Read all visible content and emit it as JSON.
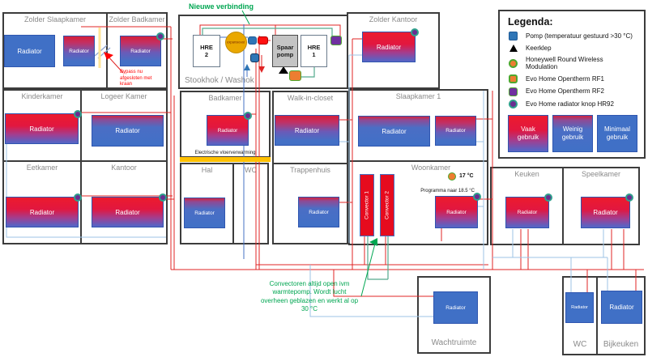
{
  "rooms": {
    "zolder_slaapkamer": "Zolder Slaapkamer",
    "zolder_badkamer": "Zolder Badkamer",
    "stookhok": "Stookhok / Washok",
    "zolder_kantoor": "Zolder Kantoor",
    "kinderkamer": "Kinderkamer",
    "logeer_kamer": "Logeer Kamer",
    "badkamer": "Badkamer",
    "walk_in_closet": "Walk-in-closet",
    "slaapkamer_1": "Slaapkamer 1",
    "eetkamer": "Eetkamer",
    "kantoor": "Kantoor",
    "hal": "Hal",
    "wc": "WC",
    "trappenhuis": "Trappenhuis",
    "woonkamer": "Woonkamer",
    "keuken": "Keuken",
    "speelkamer": "Speelkamer",
    "wachtruimte": "Wachtruimte",
    "wc_beneden": "WC",
    "bijkeuken": "Bijkeuken"
  },
  "labels": {
    "radiator": "Radiator",
    "convector_1": "Convector 1",
    "convector_2": "Convector 2"
  },
  "stookhok_devices": {
    "hre_1": "HRE\n1",
    "hre_2": "HRE\n2",
    "spaarpomp": "Spaar\npomp",
    "expansievat": "expansievat"
  },
  "woonkamer_info": {
    "temp": "17 °C",
    "programma": "Programma naar 18.5 °C"
  },
  "annotations": {
    "nieuwe_verbinding": "Nieuwe verbinding",
    "bypass": "Bypass nu\nafgesloten met\nkraan",
    "vloerverwarming": "Electrische vloerverwarming",
    "convectoren": "Convectoren altijd open ivm\nwarmtepomp. Wordt lucht\noverheen geblazen en werkt al op\n30 °C"
  },
  "legend": {
    "title": "Legenda:",
    "items": [
      {
        "icon": "pump-icon",
        "label": "Pomp (temperatuur gestuurd >30 °C)"
      },
      {
        "icon": "check-valve-icon",
        "label": "Keerklep"
      },
      {
        "icon": "honeywell-round-icon",
        "label": "Honeywell Round Wireless Modulation"
      },
      {
        "icon": "opentherm-rf1-icon",
        "label": "Evo Home Opentherm RF1"
      },
      {
        "icon": "opentherm-rf2-icon",
        "label": "Evo Home Opentherm RF2"
      },
      {
        "icon": "hr92-knob-icon",
        "label": "Evo Home radiator knop HR92"
      }
    ],
    "usage": [
      {
        "label": "Vaak\ngebruik",
        "style": "vaak"
      },
      {
        "label": "Weinig\ngebruik",
        "style": "weinig"
      },
      {
        "label": "Minimaal\ngebruik",
        "style": "minimaal"
      }
    ]
  },
  "colors": {
    "pipe_hot": "#e02424",
    "pipe_return": "#4472c4",
    "pipe_cold": "#9dc3e6",
    "pipe_new_connection": "#54ab8e",
    "annotation_green": "#00a651",
    "annotation_red": "#ff0000",
    "floor_heating_yellow": "#ffc000",
    "device_orange": "#ed7d31",
    "device_purple": "#7030a0",
    "device_ring_green": "#2fa08c",
    "pump_blue": "#2e75b6",
    "radiator_hot": "#ec1b2e",
    "radiator_cold": "#4070c6"
  }
}
